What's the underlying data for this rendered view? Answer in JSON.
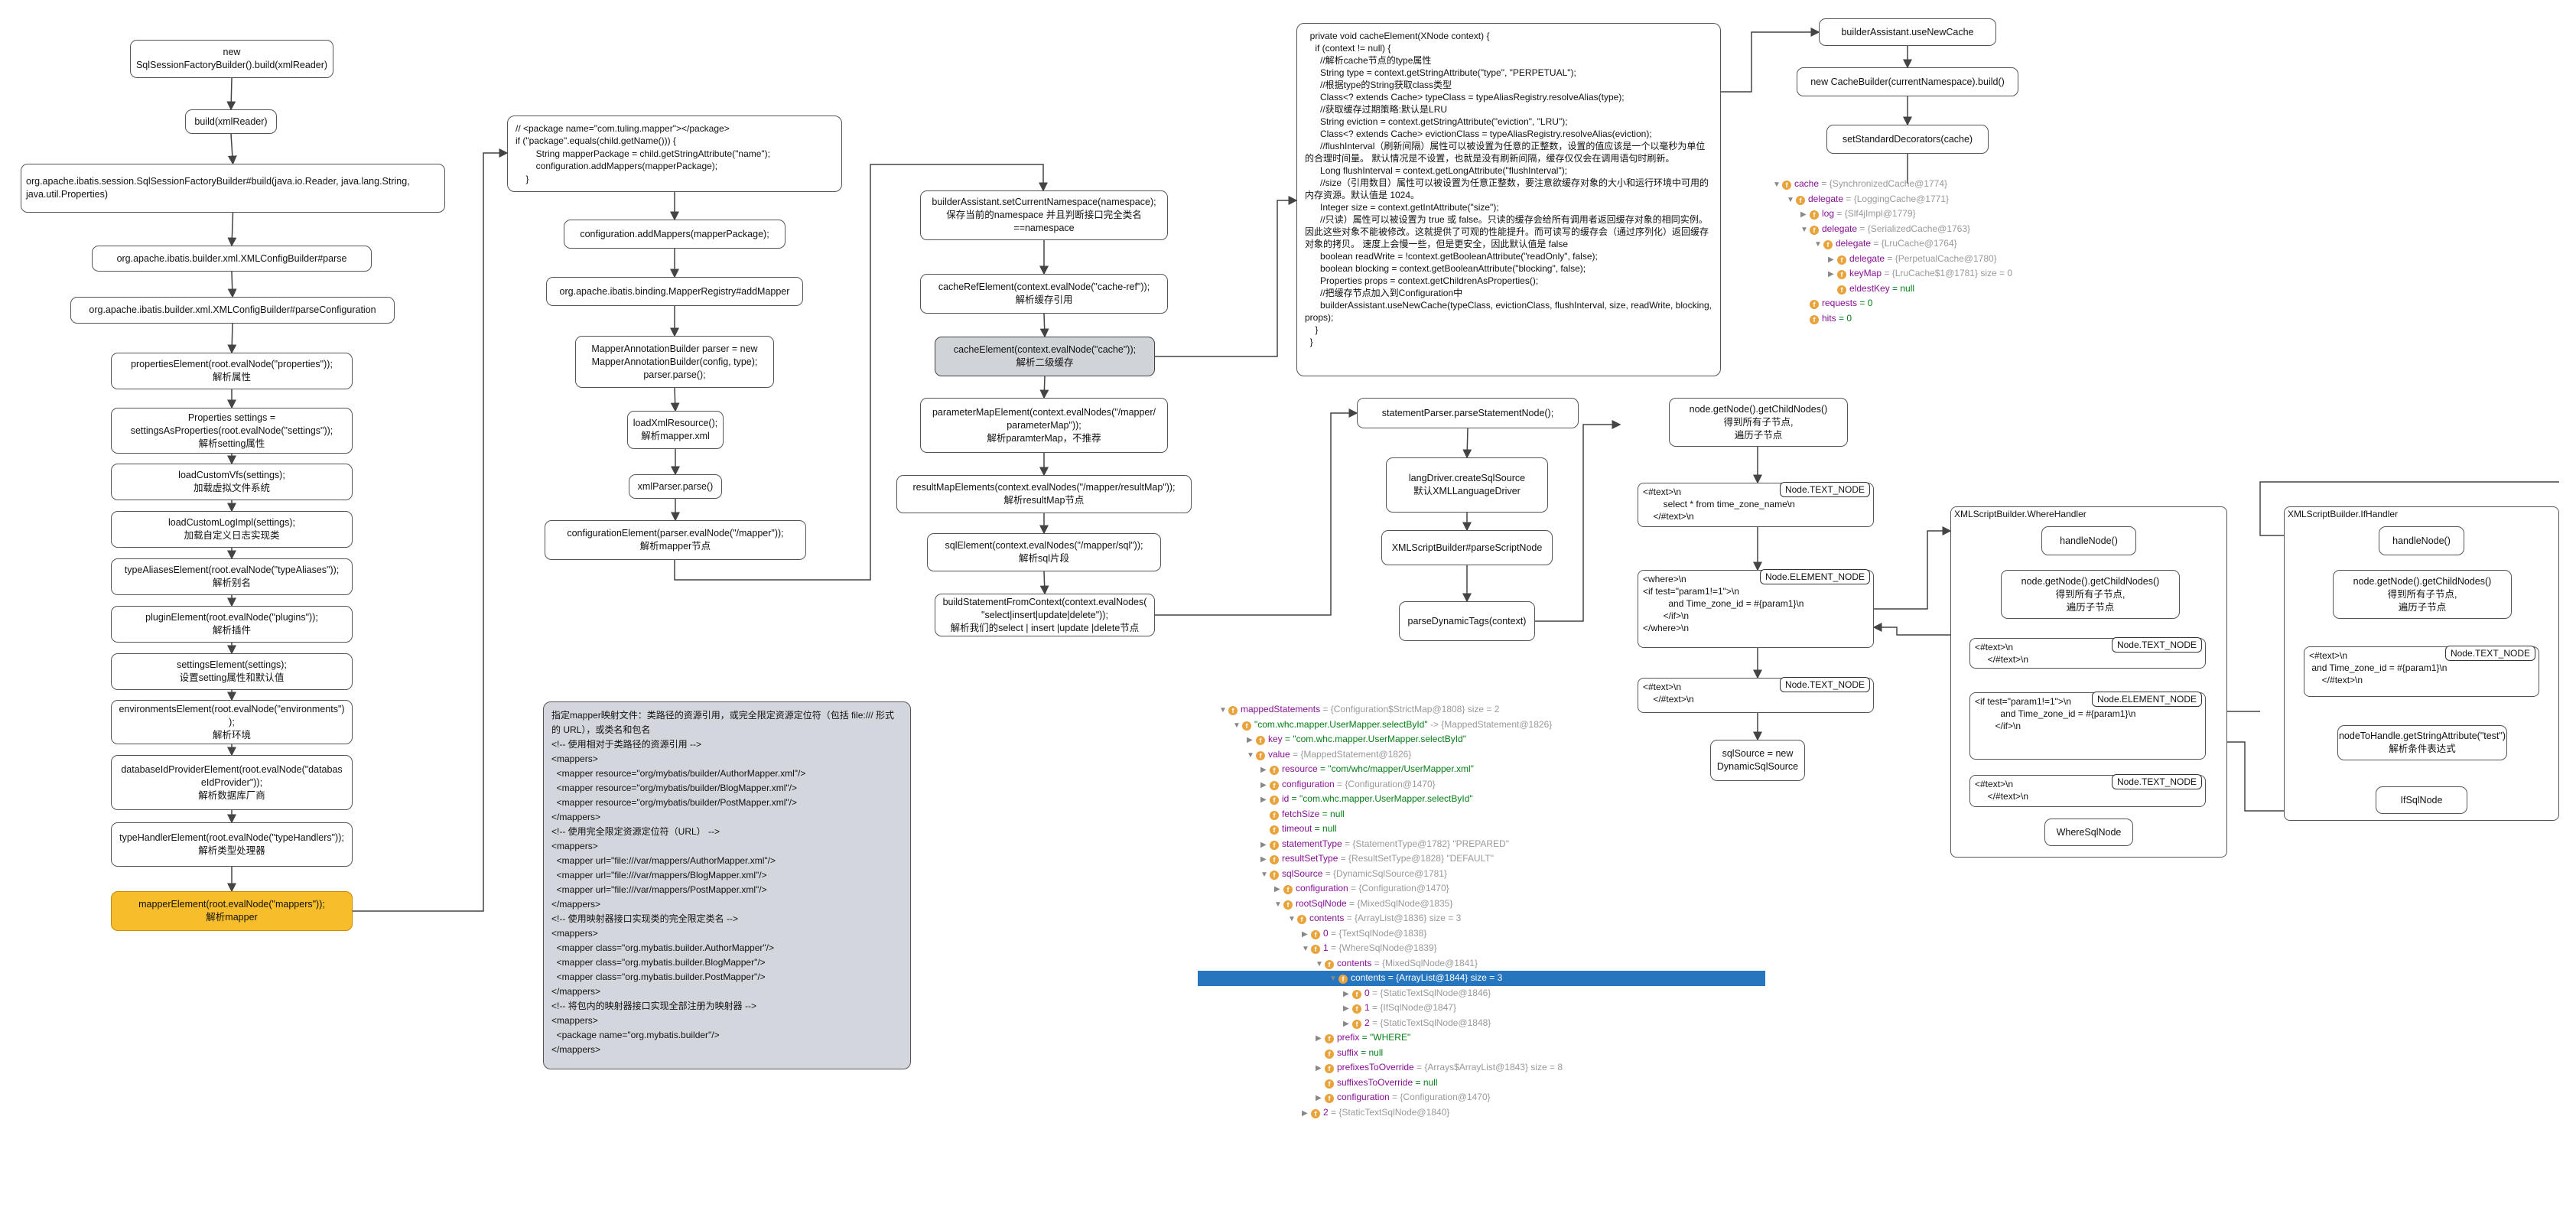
{
  "left_chain": [
    "new\nSqlSessionFactoryBuilder().build(xmlReader)",
    "build(xmlReader)",
    "org.apache.ibatis.session.SqlSessionFactoryBuilder#build(java.io.Reader, java.lang.String,\njava.util.Properties)",
    "org.apache.ibatis.builder.xml.XMLConfigBuilder#parse",
    "org.apache.ibatis.builder.xml.XMLConfigBuilder#parseConfiguration",
    "propertiesElement(root.evalNode(\"properties\"));\n解析属性",
    "Properties settings =\nsettingsAsProperties(root.evalNode(\"settings\"));\n解析setting属性",
    "loadCustomVfs(settings);\n加载虚拟文件系统",
    "loadCustomLogImpl(settings);\n加载自定义日志实现类",
    "typeAliasesElement(root.evalNode(\"typeAliases\"));\n解析别名",
    "pluginElement(root.evalNode(\"plugins\"));\n解析插件",
    "settingsElement(settings);\n设置setting属性和默认值",
    "environmentsElement(root.evalNode(\"environments\")\n);\n解析环境",
    "databaseIdProviderElement(root.evalNode(\"databas\neIdProvider\"));\n解析数据库厂商",
    "typeHandlerElement(root.evalNode(\"typeHandlers\"));\n解析类型处理器",
    "mapperElement(root.evalNode(\"mappers\"));\n解析mapper"
  ],
  "mapper_code": "// <package name=\"com.tuling.mapper\"></package>\nif (\"package\".equals(child.getName())) {\n        String mapperPackage = child.getStringAttribute(\"name\");\n        configuration.addMappers(mapperPackage);\n    }",
  "col2": [
    "configuration.addMappers(mapperPackage);",
    "org.apache.ibatis.binding.MapperRegistry#addMapper",
    "MapperAnnotationBuilder parser = new\nMapperAnnotationBuilder(config, type);\nparser.parse();",
    "loadXmlResource();\n解析mapper.xml",
    "xmlParser.parse()",
    "configurationElement(parser.evalNode(\"/mapper\"));\n解析mapper节点"
  ],
  "col3": [
    "builderAssistant.setCurrentNamespace(namespace);\n保存当前的namespace  并且判断接口完全类名\n==namespace",
    "cacheRefElement(context.evalNode(\"cache-ref\"));\n解析缓存引用",
    "cacheElement(context.evalNode(\"cache\"));\n解析二级缓存",
    "parameterMapElement(context.evalNodes(\"/mapper/\nparameterMap\"));\n解析paramterMap，不推荐",
    "resultMapElements(context.evalNodes(\"/mapper/resultMap\"));\n解析resultMap节点",
    "sqlElement(context.evalNodes(\"/mapper/sql\"));\n解析sql片段",
    "buildStatementFromContext(context.evalNodes(\n\"select|insert|update|delete\"));\n解析我们的select | insert |update |delete节点"
  ],
  "cache_code": "  private void cacheElement(XNode context) {\n    if (context != null) {\n      //解析cache节点的type属性\n      String type = context.getStringAttribute(\"type\", \"PERPETUAL\");\n      //根据type的String获取class类型\n      Class<? extends Cache> typeClass = typeAliasRegistry.resolveAlias(type);\n      //获取缓存过期策略:默认是LRU\n      String eviction = context.getStringAttribute(\"eviction\", \"LRU\");\n      Class<? extends Cache> evictionClass = typeAliasRegistry.resolveAlias(eviction);\n      //flushInterval（刷新间隔）属性可以被设置为任意的正整数，设置的值应该是一个以毫秒为单位的合理时间量。 默认情况是不设置，也就是没有刷新间隔，缓存仅仅会在调用语句时刷新。\n      Long flushInterval = context.getLongAttribute(\"flushInterval\");\n      //size（引用数目）属性可以被设置为任意正整数，要注意欲缓存对象的大小和运行环境中可用的内存资源。默认值是 1024。\n      Integer size = context.getIntAttribute(\"size\");\n      //只读）属性可以被设置为 true 或 false。只读的缓存会给所有调用者返回缓存对象的相同实例。 因此这些对象不能被修改。这就提供了可观的性能提升。而可读写的缓存会（通过序列化）返回缓存对象的拷贝。 速度上会慢一些，但是更安全，因此默认值是 false\n      boolean readWrite = !context.getBooleanAttribute(\"readOnly\", false);\n      boolean blocking = context.getBooleanAttribute(\"blocking\", false);\n      Properties props = context.getChildrenAsProperties();\n      //把缓存节点加入到Configuration中\n      builderAssistant.useNewCache(typeClass, evictionClass, flushInterval, size, readWrite, blocking, props);\n    }\n  }",
  "cache_chain": [
    "builderAssistant.useNewCache",
    "new CacheBuilder(currentNamespace).build()",
    "setStandardDecorators(cache)"
  ],
  "cache_debug": [
    {
      "d": 0,
      "a": "v",
      "k": "cache",
      "t": " = {SynchronizedCache@1774}",
      "v": ""
    },
    {
      "d": 1,
      "a": "v",
      "k": "delegate",
      "t": " = {LoggingCache@1771}",
      "v": ""
    },
    {
      "d": 2,
      "a": ">",
      "k": "log",
      "t": " = {Slf4jImpl@1779}",
      "v": ""
    },
    {
      "d": 2,
      "a": "v",
      "k": "delegate",
      "t": " = {SerializedCache@1763}",
      "v": ""
    },
    {
      "d": 3,
      "a": "v",
      "k": "delegate",
      "t": " = {LruCache@1764}",
      "v": ""
    },
    {
      "d": 4,
      "a": ">",
      "k": "delegate",
      "t": " = {PerpetualCache@1780}",
      "v": ""
    },
    {
      "d": 4,
      "a": ">",
      "k": "keyMap",
      "t": " = {LruCache$1@1781}  size = 0",
      "v": ""
    },
    {
      "d": 4,
      "a": "",
      "k": "eldestKey",
      "t": "",
      "v": " = null"
    },
    {
      "d": 2,
      "a": "",
      "k": "requests",
      "t": "",
      "v": " = 0"
    },
    {
      "d": 2,
      "a": "",
      "k": "hits",
      "t": "",
      "v": " = 0"
    }
  ],
  "resource_code": "指定mapper映射文件：类路径的资源引用，或完全限定资源定位符（包括 file:/// 形式的 URL），或类名和包名\n<!-- 使用相对于类路径的资源引用 -->\n<mappers>\n  <mapper resource=\"org/mybatis/builder/AuthorMapper.xml\"/>\n  <mapper resource=\"org/mybatis/builder/BlogMapper.xml\"/>\n  <mapper resource=\"org/mybatis/builder/PostMapper.xml\"/>\n</mappers>\n<!-- 使用完全限定资源定位符（URL） -->\n<mappers>\n  <mapper url=\"file:///var/mappers/AuthorMapper.xml\"/>\n  <mapper url=\"file:///var/mappers/BlogMapper.xml\"/>\n  <mapper url=\"file:///var/mappers/PostMapper.xml\"/>\n</mappers>\n<!-- 使用映射器接口实现类的完全限定类名 -->\n<mappers>\n  <mapper class=\"org.mybatis.builder.AuthorMapper\"/>\n  <mapper class=\"org.mybatis.builder.BlogMapper\"/>\n  <mapper class=\"org.mybatis.builder.PostMapper\"/>\n</mappers>\n<!-- 将包内的映射器接口实现全部注册为映射器 -->\n<mappers>\n  <package name=\"org.mybatis.builder\"/>\n</mappers>",
  "stmt_chain": [
    "statementParser.parseStatementNode();",
    "langDriver.createSqlSource\n默认XMLLanguageDriver",
    "XMLScriptBuilder#parseScriptNode",
    "parseDynamicTags(context)"
  ],
  "node_col": {
    "top": "node.getNode().getChildNodes()\n得到所有子节点,\n遍历子节点",
    "boxes": [
      {
        "tag": "Node.TEXT_NODE",
        "text": "<#text>\\n\n        select * from time_zone_name\\n\n    </#text>\\n"
      },
      {
        "tag": "Node.ELEMENT_NODE",
        "text": "<where>\\n\n<if test=\"param1!=1\">\\n\n          and Time_zone_id = #{param1}\\n\n        </if>\\n\n</where>\\n"
      },
      {
        "tag": "Node.TEXT_NODE",
        "text": "<#text>\\n\n    </#text>\\n"
      }
    ],
    "result": "sqlSource = new\nDynamicSqlSource"
  },
  "where_panel": {
    "title": "XMLScriptBuilder.WhereHandler",
    "handle": "handleNode()",
    "child": "node.getNode().getChildNodes()\n得到所有子节点,\n遍历子节点",
    "boxes": [
      {
        "tag": "Node.TEXT_NODE",
        "text": "<#text>\\n\n     </#text>\\n"
      },
      {
        "tag": "Node.ELEMENT_NODE",
        "text": "<if test=\"param1!=1\">\\n\n          and Time_zone_id = #{param1}\\n\n        </if>\\n"
      },
      {
        "tag": "Node.TEXT_NODE",
        "text": "<#text>\\n\n     </#text>\\n"
      }
    ],
    "result": "WhereSqlNode"
  },
  "if_panel": {
    "title": "XMLScriptBuilder.IfHandler",
    "handle": "handleNode()",
    "child": "node.getNode().getChildNodes()\n得到所有子节点,\n遍历子节点",
    "box": {
      "tag": "Node.TEXT_NODE",
      "text": "<#text>\\n\n and Time_zone_id = #{param1}\\n\n     </#text>\\n"
    },
    "attr": "nodeToHandle.getStringAttribute(\"test\")\n解析条件表达式",
    "result": "IfSqlNode"
  },
  "stmt_debug": [
    {
      "d": 0,
      "a": "v",
      "k": "mappedStatements",
      "t": " = {Configuration$StrictMap@1808}  size = 2",
      "v": ""
    },
    {
      "d": 1,
      "a": "v",
      "k": "\"com.whc.mapper.UserMapper.selectById\"",
      "t": " -> {MappedStatement@1826}",
      "v": "",
      "kc": "v"
    },
    {
      "d": 2,
      "a": ">",
      "k": "key",
      "t": "",
      "v": " = \"com.whc.mapper.UserMapper.selectById\""
    },
    {
      "d": 2,
      "a": "v",
      "k": "value",
      "t": " = {MappedStatement@1826}",
      "v": ""
    },
    {
      "d": 3,
      "a": ">",
      "k": "resource",
      "t": "",
      "v": " = \"com/whc/mapper/UserMapper.xml\""
    },
    {
      "d": 3,
      "a": ">",
      "k": "configuration",
      "t": " = {Configuration@1470}",
      "v": ""
    },
    {
      "d": 3,
      "a": ">",
      "k": "id",
      "t": "",
      "v": " = \"com.whc.mapper.UserMapper.selectById\""
    },
    {
      "d": 3,
      "a": "",
      "k": "fetchSize",
      "t": "",
      "v": " = null"
    },
    {
      "d": 3,
      "a": "",
      "k": "timeout",
      "t": "",
      "v": " = null"
    },
    {
      "d": 3,
      "a": ">",
      "k": "statementType",
      "t": " = {StatementType@1782} \"PREPARED\"",
      "v": ""
    },
    {
      "d": 3,
      "a": ">",
      "k": "resultSetType",
      "t": " = {ResultSetType@1828} \"DEFAULT\"",
      "v": ""
    },
    {
      "d": 3,
      "a": "v",
      "k": "sqlSource",
      "t": " = {DynamicSqlSource@1781}",
      "v": ""
    },
    {
      "d": 4,
      "a": ">",
      "k": "configuration",
      "t": " = {Configuration@1470}",
      "v": ""
    },
    {
      "d": 4,
      "a": "v",
      "k": "rootSqlNode",
      "t": " = {MixedSqlNode@1835}",
      "v": ""
    },
    {
      "d": 5,
      "a": "v",
      "k": "contents",
      "t": " = {ArrayList@1836}  size = 3",
      "v": ""
    },
    {
      "d": 6,
      "a": ">",
      "k": "0",
      "t": " = {TextSqlNode@1838}",
      "v": ""
    },
    {
      "d": 6,
      "a": "v",
      "k": "1",
      "t": " = {WhereSqlNode@1839}",
      "v": ""
    },
    {
      "d": 7,
      "a": "v",
      "k": "contents",
      "t": " = {MixedSqlNode@1841}",
      "v": ""
    },
    {
      "d": 8,
      "a": "v",
      "k": "contents",
      "t": " = {ArrayList@1844}  size = 3",
      "v": "",
      "sel": true
    },
    {
      "d": 9,
      "a": ">",
      "k": "0",
      "t": " = {StaticTextSqlNode@1846}",
      "v": ""
    },
    {
      "d": 9,
      "a": ">",
      "k": "1",
      "t": " = {IfSqlNode@1847}",
      "v": ""
    },
    {
      "d": 9,
      "a": ">",
      "k": "2",
      "t": " = {StaticTextSqlNode@1848}",
      "v": ""
    },
    {
      "d": 7,
      "a": ">",
      "k": "prefix",
      "t": "",
      "v": " = \"WHERE\""
    },
    {
      "d": 7,
      "a": "",
      "k": "suffix",
      "t": "",
      "v": " = null"
    },
    {
      "d": 7,
      "a": ">",
      "k": "prefixesToOverride",
      "t": " = {Arrays$ArrayList@1843}  size = 8",
      "v": ""
    },
    {
      "d": 7,
      "a": "",
      "k": "suffixesToOverride",
      "t": "",
      "v": " = null"
    },
    {
      "d": 7,
      "a": ">",
      "k": "configuration",
      "t": " = {Configuration@1470}",
      "v": ""
    },
    {
      "d": 6,
      "a": ">",
      "k": "2",
      "t": " = {StaticTextSqlNode@1840}",
      "v": ""
    }
  ],
  "colors": {
    "highlight": "#f8bd2a",
    "selected_node": "#d0d3d8",
    "debug_selected": "#2675bf",
    "field_icon": "#e8a33b"
  }
}
